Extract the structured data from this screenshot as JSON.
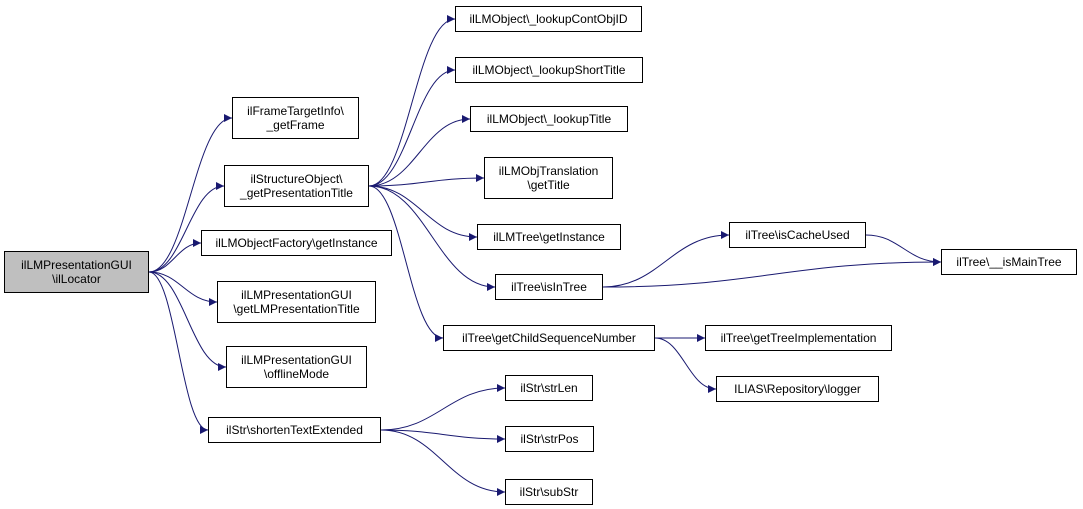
{
  "graph": {
    "nodes": [
      {
        "id": "root",
        "lines": [
          "ilLMPresentationGUI",
          "\\ilLocator"
        ],
        "highlighted": true
      },
      {
        "id": "frame_target",
        "lines": [
          "ilFrameTargetInfo\\",
          "_getFrame"
        ]
      },
      {
        "id": "structure_title",
        "lines": [
          "ilStructureObject\\",
          "_getPresentationTitle"
        ]
      },
      {
        "id": "obj_factory",
        "lines": [
          "ilLMObjectFactory\\getInstance"
        ]
      },
      {
        "id": "lm_pres_title",
        "lines": [
          "ilLMPresentationGUI",
          "\\getLMPresentationTitle"
        ]
      },
      {
        "id": "offline_mode",
        "lines": [
          "ilLMPresentationGUI",
          "\\offlineMode"
        ]
      },
      {
        "id": "shorten_text",
        "lines": [
          "ilStr\\shortenTextExtended"
        ]
      },
      {
        "id": "lookup_cont",
        "lines": [
          "ilLMObject\\_lookupContObjID"
        ]
      },
      {
        "id": "lookup_short",
        "lines": [
          "ilLMObject\\_lookupShortTitle"
        ]
      },
      {
        "id": "lookup_title",
        "lines": [
          "ilLMObject\\_lookupTitle"
        ]
      },
      {
        "id": "obj_translation",
        "lines": [
          "ilLMObjTranslation",
          "\\getTitle"
        ]
      },
      {
        "id": "lmtree_instance",
        "lines": [
          "ilLMTree\\getInstance"
        ]
      },
      {
        "id": "is_in_tree",
        "lines": [
          "ilTree\\isInTree"
        ]
      },
      {
        "id": "child_seq",
        "lines": [
          "ilTree\\getChildSequenceNumber"
        ]
      },
      {
        "id": "str_len",
        "lines": [
          "ilStr\\strLen"
        ]
      },
      {
        "id": "str_pos",
        "lines": [
          "ilStr\\strPos"
        ]
      },
      {
        "id": "sub_str",
        "lines": [
          "ilStr\\subStr"
        ]
      },
      {
        "id": "cache_used",
        "lines": [
          "ilTree\\isCacheUsed"
        ]
      },
      {
        "id": "main_tree",
        "lines": [
          "ilTree\\__isMainTree"
        ]
      },
      {
        "id": "tree_impl",
        "lines": [
          "ilTree\\getTreeImplementation"
        ]
      },
      {
        "id": "repo_logger",
        "lines": [
          "ILIAS\\Repository\\logger"
        ]
      }
    ],
    "edges": [
      [
        "root",
        "frame_target"
      ],
      [
        "root",
        "structure_title"
      ],
      [
        "root",
        "obj_factory"
      ],
      [
        "root",
        "lm_pres_title"
      ],
      [
        "root",
        "offline_mode"
      ],
      [
        "root",
        "shorten_text"
      ],
      [
        "structure_title",
        "lookup_cont"
      ],
      [
        "structure_title",
        "lookup_short"
      ],
      [
        "structure_title",
        "lookup_title"
      ],
      [
        "structure_title",
        "obj_translation"
      ],
      [
        "structure_title",
        "lmtree_instance"
      ],
      [
        "structure_title",
        "is_in_tree"
      ],
      [
        "structure_title",
        "child_seq"
      ],
      [
        "is_in_tree",
        "cache_used"
      ],
      [
        "is_in_tree",
        "main_tree"
      ],
      [
        "cache_used",
        "main_tree"
      ],
      [
        "child_seq",
        "tree_impl"
      ],
      [
        "child_seq",
        "repo_logger"
      ],
      [
        "shorten_text",
        "str_len"
      ],
      [
        "shorten_text",
        "str_pos"
      ],
      [
        "shorten_text",
        "sub_str"
      ]
    ],
    "colors": {
      "edge": "#191970",
      "node_border": "#000000",
      "root_fill": "#bfbfbf",
      "node_fill": "#ffffff"
    }
  }
}
